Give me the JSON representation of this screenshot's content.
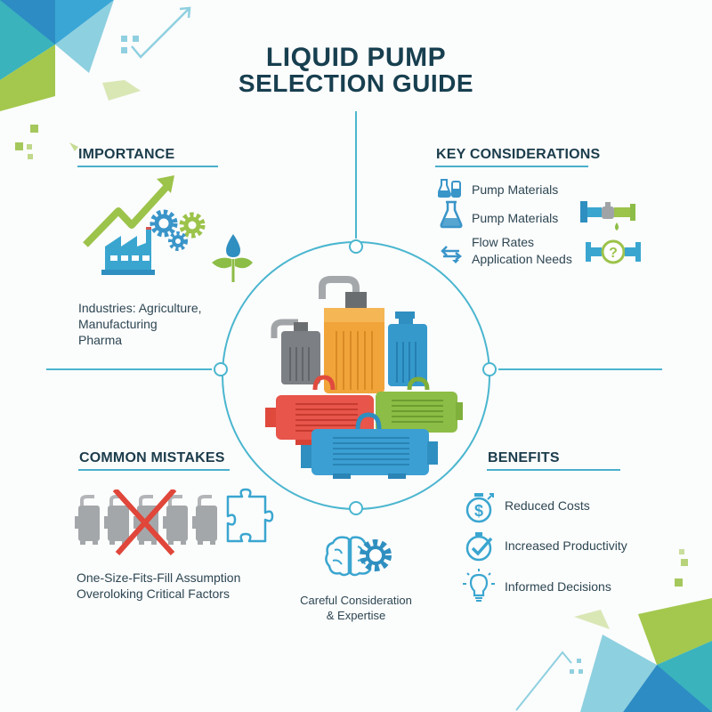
{
  "title": {
    "line1": "LIQUID PUMP",
    "line2": "SELECTION GUIDE"
  },
  "colors": {
    "teal": "#3aaec4",
    "blue": "#2d8fc4",
    "green": "#9cc34a",
    "navy": "#173f4f",
    "red": "#e0463a",
    "orange": "#f0a236",
    "gray": "#8a8d90"
  },
  "importance": {
    "heading": "IMPORTANCE",
    "text_lines": [
      "Industries: Agriculture,",
      "Manufacturing",
      "Pharma"
    ],
    "icons": [
      "trend-arrow-icon",
      "gears-icon",
      "factory-icon",
      "water-plant-icon"
    ]
  },
  "key_considerations": {
    "heading": "KEY CONSIDERATIONS",
    "items": [
      {
        "icon": "flasks-icon",
        "label": "Pump Materials"
      },
      {
        "icon": "beaker-icon",
        "label": "Pump Materials"
      },
      {
        "icon": "flow-arrows-icon",
        "label": "Flow Rates",
        "label2": "Application Needs"
      }
    ],
    "side_icons": [
      "pipe-valve-icon",
      "pipe-question-icon"
    ]
  },
  "common_mistakes": {
    "heading": "COMMON MISTAKES",
    "text_lines": [
      "One-Size-Fits-Fill Assumption",
      "Overoloking Critical Factors"
    ],
    "icons": [
      "crossed-pumps-icon",
      "puzzle-piece-icon"
    ]
  },
  "benefits": {
    "heading": "BENEFITS",
    "items": [
      {
        "icon": "dollar-stopwatch-icon",
        "label": "Reduced Costs"
      },
      {
        "icon": "check-stopwatch-icon",
        "label": "Increased Productivity"
      },
      {
        "icon": "lightbulb-icon",
        "label": "Informed Decisions"
      }
    ]
  },
  "center": {
    "caption_lines": [
      "Careful Consideration",
      "& Expertise"
    ],
    "icon": "brain-gear-icon",
    "illustration": "pumps-cluster"
  }
}
